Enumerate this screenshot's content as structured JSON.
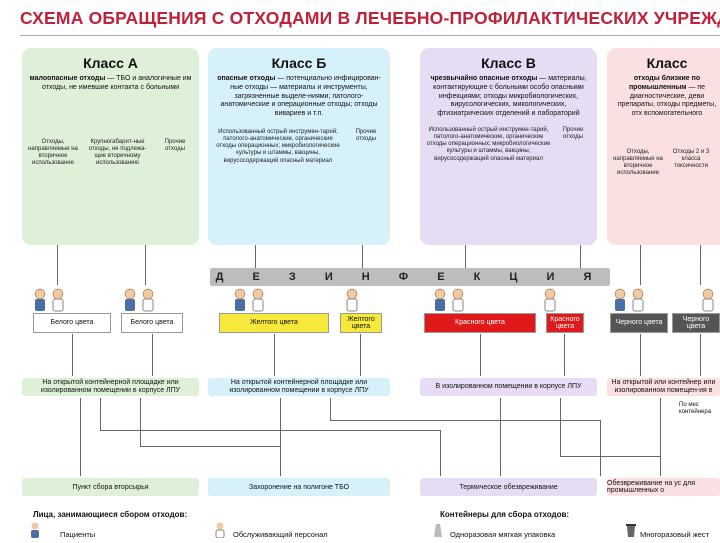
{
  "title": "СХЕМА ОБРАЩЕНИЯ С ОТХОДАМИ В ЛЕЧЕБНО-ПРОФИЛАКТИЧЕСКИХ УЧРЕЖД",
  "classes": [
    {
      "name": "Класс А",
      "desc_bold": "малоопасные отходы",
      "desc": " — ТБО и аналогичные им отходы, не имевшие контакта с больными",
      "subs": [
        "Отходы, направляемые на вторичное использование",
        "Крупногабарит-ные отходы, не подлежа-щие вторичному использованию",
        "Прочие отходы"
      ],
      "color": "#dff0d8"
    },
    {
      "name": "Класс Б",
      "desc_bold": "опасные отходы",
      "desc": " — потенциально инфицирован-ные отходы — материалы и инструменты, загрязненные выделе-ниями; патолого-анатомические и операционные отходы; отходы вивариев и т.п.",
      "subs": [
        "Использованный острый инструмен-тарий; патолого-анатомические, органические отходы операционных; микробиологические культуры и штаммы, вакцины, вирусосодержащий опасный материал",
        "Прочие отходы"
      ],
      "color": "#d7f1fb"
    },
    {
      "name": "Класс В",
      "desc_bold": "чрезвычайно опасные отходы",
      "desc": " — материалы, контактирующие с больными особо опасными инфекциями; отходы микробиологических, вирусологических, микологических, фтизиатрических отделений и лабораторий",
      "subs": [
        "Использованный острый инструмен-тарий, патолого-анатомические, органические отходы операционных; микробиологические культуры и штаммы, вакцины, вирусосодержащий опасный материал",
        "Прочие отходы"
      ],
      "color": "#e6dcf4"
    },
    {
      "name": "Класс",
      "desc_bold": "отходы близкие по промышленным",
      "desc": " — пе диагностические, деви препараты, отходы предметы, отх вспомогательного",
      "subs": [
        "Отходы, направляемые на вторичное использование",
        "Отходы 2 и 3 класса токсичности"
      ],
      "color": "#fae0e0"
    }
  ],
  "disinfection": "Д Е З И Н Ф Е К Ц И Я",
  "containers": [
    {
      "label": "Белого цвета",
      "color": "#ffffff",
      "text": "#111"
    },
    {
      "label": "Белого цвета",
      "color": "#ffffff",
      "text": "#111"
    },
    {
      "label": "Желтого цвета",
      "color": "#f6e93c",
      "text": "#111"
    },
    {
      "label": "Желтого цвета",
      "color": "#f6e93c",
      "text": "#111"
    },
    {
      "label": "Красного цвета",
      "color": "#e01a1a",
      "text": "#fff"
    },
    {
      "label": "Красного цвета",
      "color": "#e01a1a",
      "text": "#fff"
    },
    {
      "label": "Черного цвета",
      "color": "#555555",
      "text": "#fff"
    },
    {
      "label": "Черного цвета",
      "color": "#555555",
      "text": "#fff"
    }
  ],
  "storage": [
    {
      "text": "На открытой контейнерной площадке или изолированном помещении в корпусе ЛПУ"
    },
    {
      "text": "На открытой контейнерной площадке или изолированном помещении в корпусе ЛПУ"
    },
    {
      "text": "В изолированном помещении в корпусе ЛПУ"
    },
    {
      "text": "На открытой или контейнер или изолированном помещен-ия в"
    }
  ],
  "side_note": "По мес контейнера",
  "processing": [
    {
      "text": "Пункт сбора вторсырья",
      "color": "#dff0d8"
    },
    {
      "text": "Захоронение на полигоне ТБО",
      "color": "#d7f1fb"
    },
    {
      "text": "Термическое обезвреживание",
      "color": "#e6dcf4"
    },
    {
      "text": "Обезвреживание на ус для промышленных о",
      "color": "#fae0e0"
    }
  ],
  "legend": {
    "persons_title": "Лица, занимающиеся сбором отходов:",
    "persons": [
      "Пациенты",
      "Обслуживающий персонал"
    ],
    "containers_title": "Контейнеры для сбора отходов:",
    "containers": [
      "Одноразовая мягкая упаковка",
      "Многоразовый жест"
    ]
  }
}
